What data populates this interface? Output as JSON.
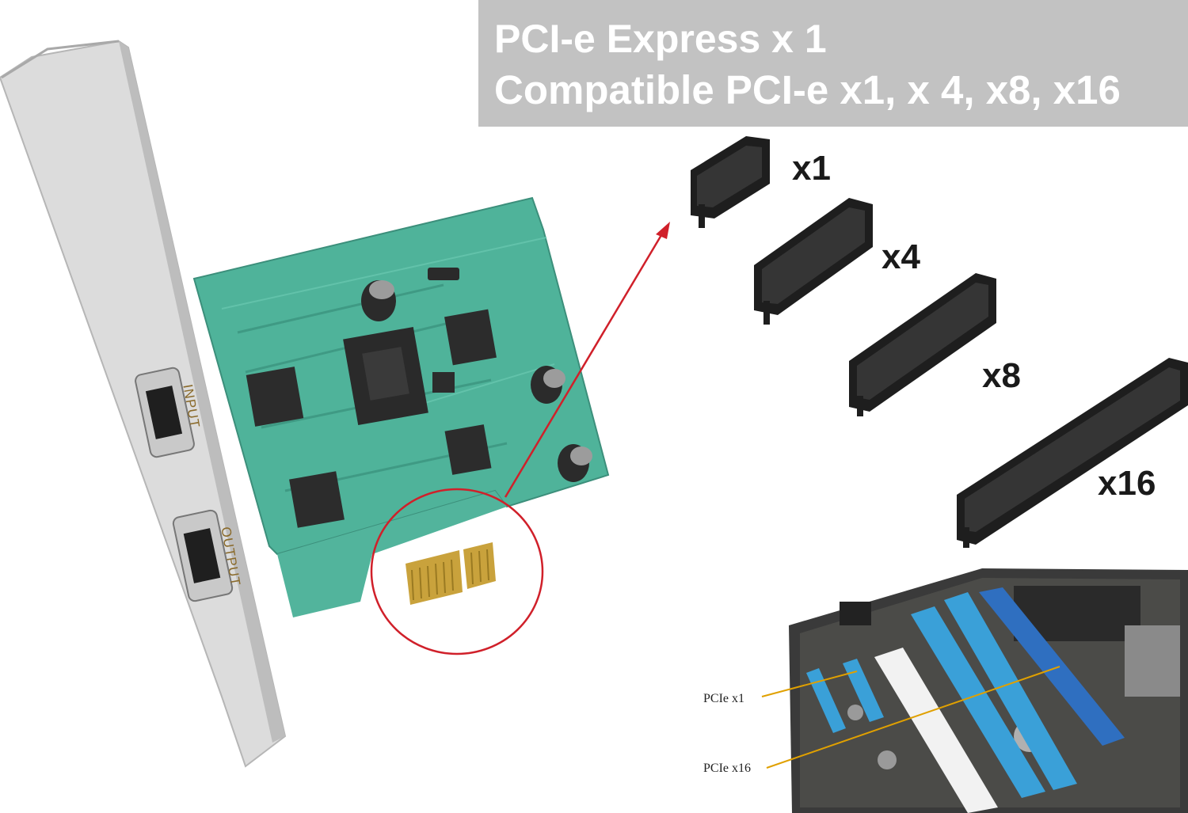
{
  "banner": {
    "line1": "PCI-e Express x 1",
    "line2": "Compatible PCI-e x1, x 4, x8, x16"
  },
  "slots": [
    {
      "label": "x1"
    },
    {
      "label": "x4"
    },
    {
      "label": "x8"
    },
    {
      "label": "x16"
    }
  ],
  "card": {
    "input_port_label": "INPUT",
    "output_port_label": "OUTPUT"
  },
  "motherboard": {
    "callout_x1": "PCIe x1",
    "callout_x16": "PCIe x16"
  },
  "colors": {
    "banner_bg": "#c2c2c2",
    "pcb_green": "#4fb39a",
    "bracket": "#d8d8d8",
    "callout_red": "#d0202a",
    "slot_black": "#1e1e1e",
    "mb_slot_blue": "#3aa0d8"
  }
}
